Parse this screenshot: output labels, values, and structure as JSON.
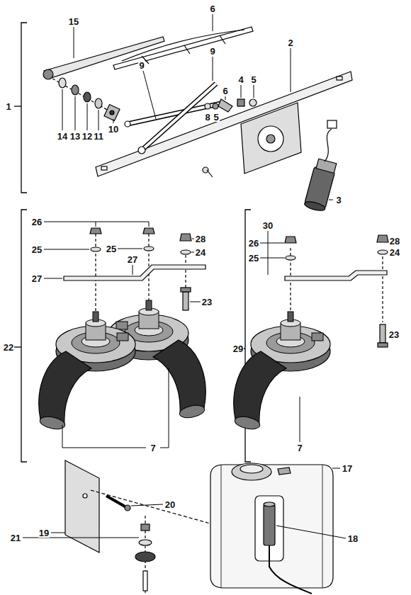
{
  "diagram": {
    "labels": [
      "15",
      "6",
      "9",
      "2",
      "9",
      "6",
      "4",
      "5",
      "1",
      "8",
      "5",
      "14",
      "13",
      "12",
      "11",
      "10",
      "3",
      "26",
      "28",
      "25",
      "24",
      "25",
      "27",
      "27",
      "23",
      "22",
      "7",
      "26",
      "25",
      "30",
      "28",
      "24",
      "23",
      "29",
      "7",
      "20",
      "19",
      "21",
      "17",
      "18"
    ]
  }
}
